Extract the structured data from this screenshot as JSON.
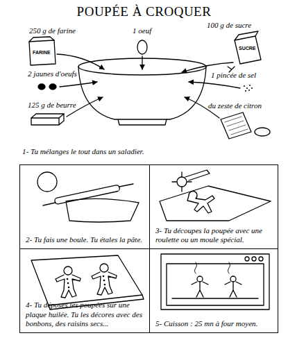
{
  "diagram": {
    "title": "POUPÉE À CROQUER",
    "nodes": [
      {
        "text": [
          "2- Tu fais une boule. Tu étales la pâte."
        ]
      },
      {
        "text": [
          "3- Tu découpes la poupée avec une roulette ou un moule spécial."
        ]
      },
      {
        "text": [
          "4- Tu déposes les poupées sur une plaque huilée. Tu les décores avec des bonbons, des raisins secs..."
        ]
      },
      {
        "text": [
          "5- Cuisson : 25 mn à four moyen."
        ]
      }
    ],
    "labels": [
      "250 g de farine",
      "FARINE",
      "1 oeuf",
      "100 g de sucre",
      "SUCRE",
      "2 jaunes d'oeufs",
      "1 pincée de sel",
      "125 g de beurre",
      "du zeste de citron",
      "1- Tu mélanges le tout dans un saladier."
    ]
  }
}
